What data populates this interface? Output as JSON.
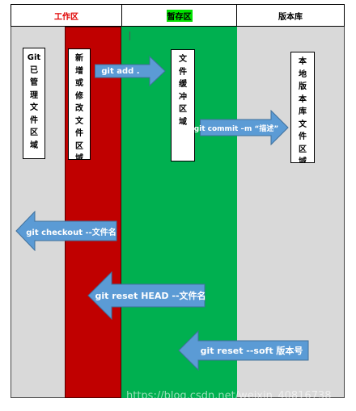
{
  "headers": {
    "work": "工作区",
    "stage": "暂存区",
    "repo": "版本库"
  },
  "boxes": {
    "git_area": [
      "Git",
      "已",
      "管",
      "理",
      "文",
      "件",
      "区",
      "域"
    ],
    "new_modified": [
      "新",
      "增",
      "或",
      "修",
      "改",
      "文",
      "件",
      "区",
      "域"
    ],
    "buffer": [
      "文",
      "件",
      "缓",
      "冲",
      "区",
      "域"
    ],
    "local_repo": [
      "本",
      "地",
      "版",
      "本",
      "库",
      "文",
      "件",
      "区",
      "域"
    ]
  },
  "arrows": {
    "git_add": "git add .",
    "git_commit": "git commit –m “描述”",
    "git_checkout": "git checkout --文件名",
    "git_reset_head": "git reset HEAD --文件名",
    "git_reset_soft": "git reset --soft  版本号"
  },
  "colors": {
    "work_header": "#e00000",
    "stage_highlight": "#00e000",
    "red_column": "#c00000",
    "green_column": "#00b050",
    "grey_column": "#d9d9d9",
    "arrow_fill": "#5b9bd5",
    "arrow_stroke": "#41719c"
  },
  "watermark": "https://blog.csdn.net/weixin_40816738"
}
